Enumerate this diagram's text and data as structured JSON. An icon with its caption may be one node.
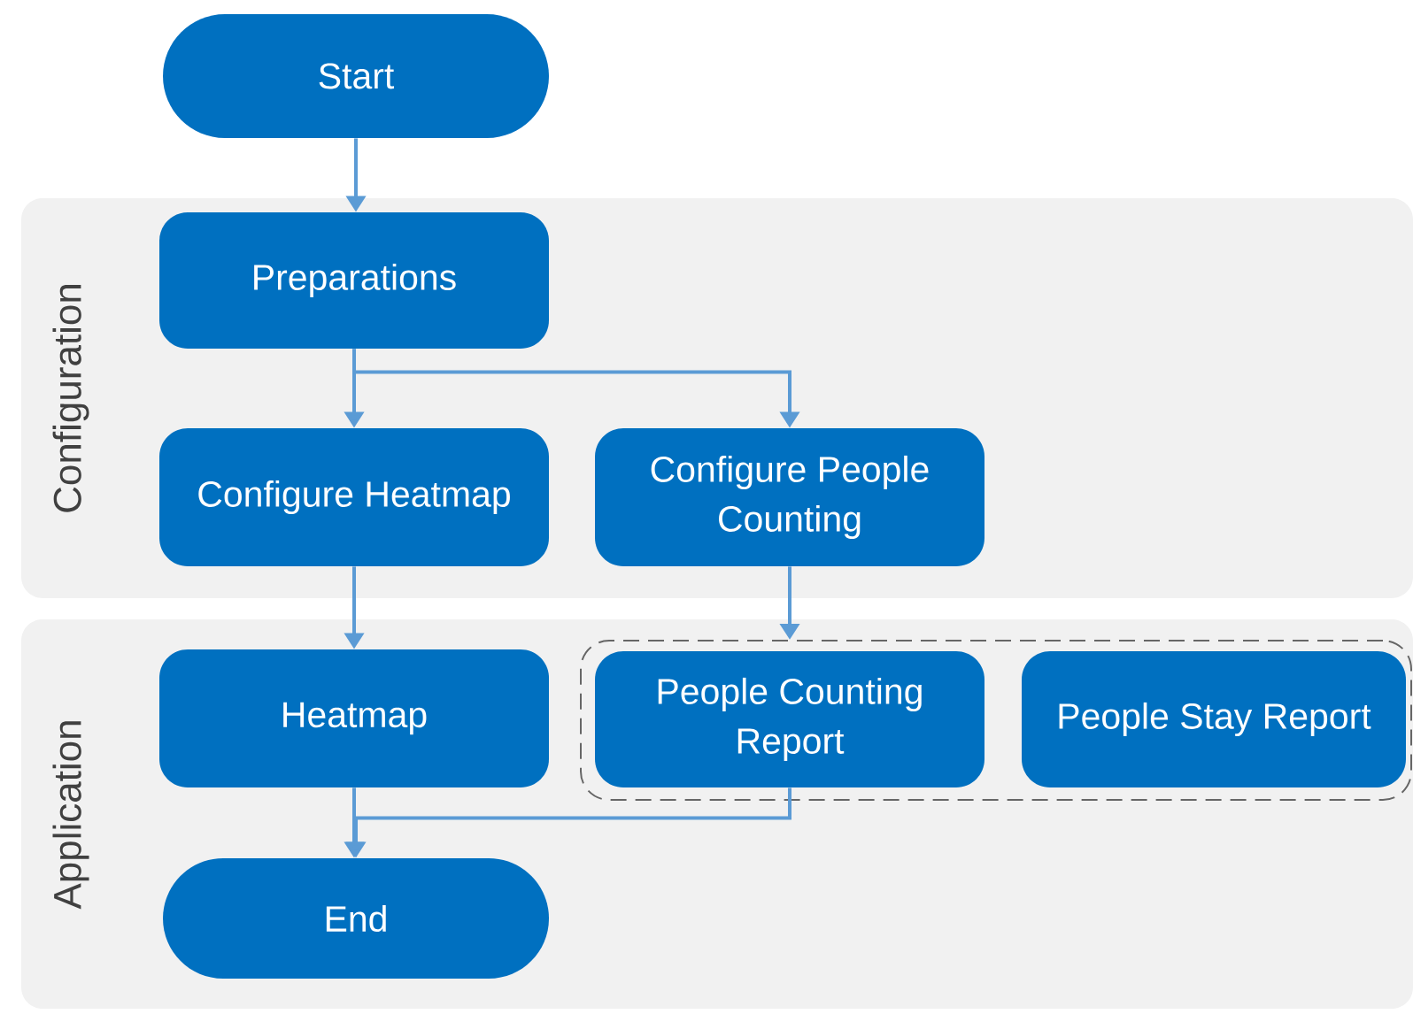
{
  "diagram": {
    "nodes": [
      {
        "text": [
          "Start"
        ]
      },
      {
        "text": [
          "Configuration"
        ]
      },
      {
        "text": [
          "Preparations"
        ],
        "in": 1
      },
      {
        "text": [
          "Configure Heatmap"
        ],
        "in": 1
      },
      {
        "text": [
          "Configure People Counting"
        ],
        "in": 1
      },
      {
        "text": [
          "Application"
        ]
      },
      {
        "text": [
          "Heatmap"
        ],
        "in": 5
      },
      {
        "text": [],
        "shape": "box",
        "in": 5
      },
      {
        "text": [
          "People Counting Report"
        ],
        "in": 7
      },
      {
        "text": [
          "People Stay Report"
        ],
        "in": 7
      },
      {
        "text": [
          "End"
        ],
        "in": 5
      }
    ],
    "edges": [
      {
        "from": 0,
        "to": 2,
        "arrow": "to"
      },
      {
        "from": 2,
        "to": 3,
        "arrow": "to"
      },
      {
        "from": 2,
        "to": 4,
        "arrow": "to"
      },
      {
        "from": 3,
        "to": 6,
        "arrow": "to"
      },
      {
        "from": 4,
        "to": 7,
        "arrow": "to"
      },
      {
        "from": 6,
        "to": 10,
        "arrow": "to"
      },
      {
        "from": 8,
        "to": 10,
        "arrow": "to"
      }
    ]
  }
}
